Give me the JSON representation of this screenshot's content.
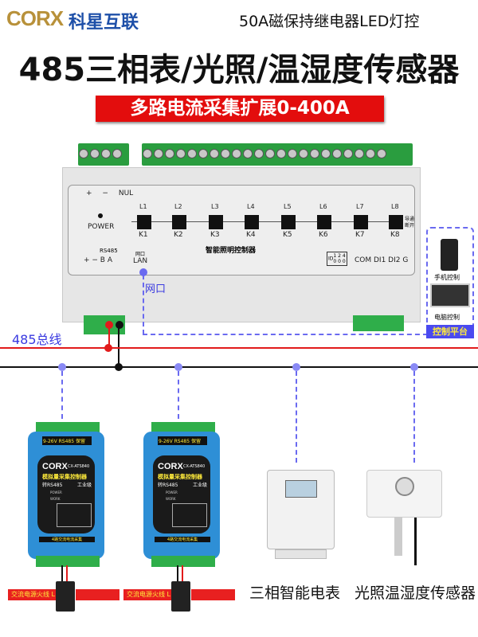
{
  "header": {
    "logo_text": "CORX",
    "logo_cn": "科星互联",
    "subtitle": "50A磁保持继电器LED灯控",
    "title": "485三相表/光照/温湿度传感器",
    "banner": "多路电流采集扩展0-400A"
  },
  "controller": {
    "power_terms": [
      "+",
      "−",
      "NUL"
    ],
    "power_label": "POWER",
    "relays": [
      "L1",
      "L2",
      "L3",
      "L4",
      "L5",
      "L6",
      "L7",
      "L8"
    ],
    "keys": [
      "K1",
      "K2",
      "K3",
      "K4",
      "K5",
      "K6",
      "K7",
      "K8"
    ],
    "key_state_on": "导通",
    "key_state_off": "断开",
    "device_name": "智能照明控制器",
    "rs485_label": "RS485",
    "rs485_terms": "+ − B A",
    "lan_cn": "网口",
    "lan": "LAN",
    "id_label": "ID",
    "id_bits": "1 2 4",
    "id_values": "0 0 0",
    "io_terms": "COM  DI1  DI2  G"
  },
  "network_label": "网口",
  "bus_label": "485总线",
  "platform": {
    "phone": "手机控制",
    "pc": "电脑控制",
    "title": "控制平台"
  },
  "modules": [
    {
      "brand": "CORX",
      "model": "CX-ATS840",
      "name": "模拟量采集控制器",
      "sub": "转RS485",
      "grade": "工业级",
      "power": "POWER",
      "work": "WORK",
      "top_labels": "9-26V   RS485   保留",
      "bottom_label": "4路交流电流采集",
      "wire_label": "交流电源火线 L"
    },
    {
      "brand": "CORX",
      "model": "CX-ATS840",
      "name": "模拟量采集控制器",
      "sub": "转RS485",
      "grade": "工业级",
      "power": "POWER",
      "work": "WORK",
      "top_labels": "9-26V   RS485   保留",
      "bottom_label": "4路交流电流采集",
      "wire_label": "交流电源火线 L"
    }
  ],
  "captions": {
    "meter": "三相智能电表",
    "sensor": "光照温湿度传感器"
  },
  "colors": {
    "brand_gold": "#b8913a",
    "brand_blue": "#1d4fa8",
    "banner_red": "#e30d0d",
    "bus_red": "#e21b1b",
    "link_blue": "#6a6af0"
  }
}
